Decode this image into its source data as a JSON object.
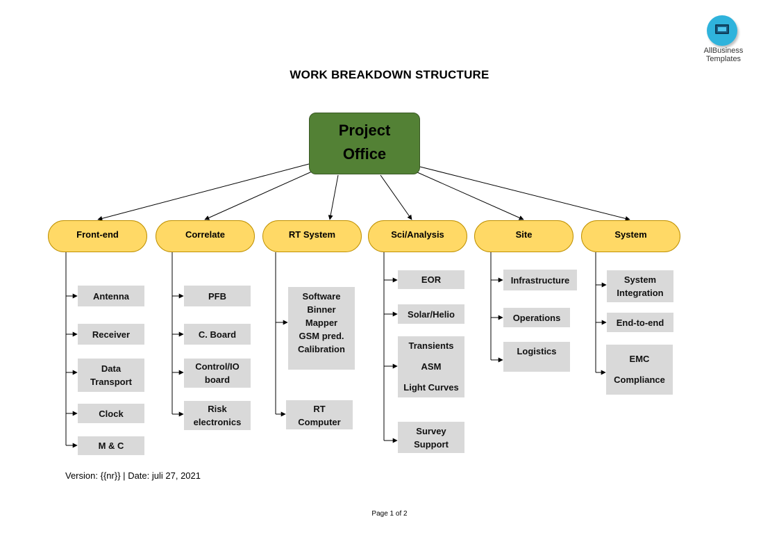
{
  "logo": {
    "line1": "AllBusiness",
    "line2": "Templates"
  },
  "title": "WORK BREAKDOWN STRUCTURE",
  "root": {
    "line1": "Project",
    "line2": "Office"
  },
  "categories": [
    "Front-end",
    "Correlate",
    "RT System",
    "Sci/Analysis",
    "Site",
    "System"
  ],
  "frontend": {
    "antenna": "Antenna",
    "receiver": "Receiver",
    "data_line1": "Data",
    "data_line2": "Transport",
    "clock": "Clock",
    "mc": "M & C"
  },
  "correlate": {
    "pfb": "PFB",
    "cboard": "C. Board",
    "control_line1": "Control/IO",
    "control_line2": "board",
    "risk_line1": "Risk",
    "risk_line2": "electronics"
  },
  "rt_system": {
    "software": [
      "Software",
      "Binner",
      "Mapper",
      "GSM pred.",
      "Calibration"
    ],
    "computer_line1": "RT",
    "computer_line2": "Computer"
  },
  "sci": {
    "eor": "EOR",
    "solar": "Solar/Helio",
    "transients": [
      "Transients",
      "ASM",
      "Light Curves"
    ],
    "survey_line1": "Survey",
    "survey_line2": "Support"
  },
  "site": {
    "infrastructure": "Infrastructure",
    "operations": "Operations",
    "logistics": "Logistics"
  },
  "system": {
    "integration_line1": "System",
    "integration_line2": "Integration",
    "endtoend": "End-to-end",
    "emc_line1": "EMC",
    "emc_line2": "Compliance"
  },
  "footer": {
    "version_label": "Version:",
    "version_value": "{{nr}}",
    "separator": "|",
    "date_label": "Date:",
    "date_value": "juli 27, 2021"
  },
  "page": "Page 1 of 2"
}
